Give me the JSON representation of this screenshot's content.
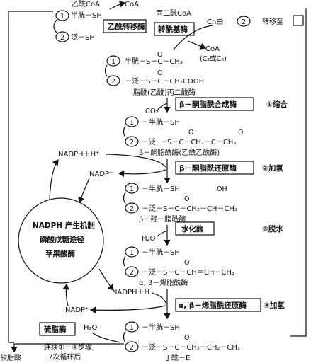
{
  "top": {
    "acetyl_coa": "乙酰CoA",
    "coa_1": "CoA",
    "malonyl_coa": "丙二酰CoA",
    "cn_from": "Cn由",
    "transfer_to": "转移至",
    "acetyl_transferase": "乙酰转移酶",
    "malonyl_transferase": "转酰基酶",
    "coa_2": "CoA",
    "c2_or_cn": "(C₂或C₈)",
    "circle_1": "1",
    "circle_2": "2"
  },
  "arms": {
    "cys_sh": "半胱－SH",
    "pan_sh": "泛－SH",
    "cys_row": "半胱－S－C－CH₃",
    "pan_malonyl": "－泛－S－C－CH₂COOH",
    "acyl_malonyl": "脂酰(乙酰)丙二酰酶",
    "cys_sh2": "－半胱－SH",
    "acetoacetyl": "－S－C－CH₂－C－CH₃",
    "acetoacetyl_name": "β－酮脂酰酶(乙酰乙酰酶)",
    "cys_sh3": "－半胱－SH",
    "hydroxy_row": "－泛－S－C－CH₂－CH－CH₃",
    "oh": "OH",
    "hydroxy_name": "β－羟－脂酰酶",
    "cys_sh4": "－半胱－SH",
    "enoyl_row": "－泛－S－C－CH＝CH－CH₃",
    "enoyl_name": "α, β－烯脂酰酶",
    "cys_sh5": "－半胱－SH",
    "butyryl_row": "－泛－S－C－CH₂－CH₂－CH₃",
    "butyryl_name": "丁酰－E",
    "pan_prefix": "－泛",
    "o": "O"
  },
  "enzymes": {
    "ketoacyl_synthase": "β－酮脂酰合成酶",
    "ketoacyl_reductase": "β－酮脂酰还原酶",
    "hydratase": "水化酶",
    "enoyl_reductase": "α, β－烯脂酰还原酶",
    "thioesterase": "硫酯酶"
  },
  "steps": {
    "condense": "①缩合",
    "hydrogenate": "②加氢",
    "dehydrate": "③脱水",
    "hydrogenate2": "④加氢"
  },
  "small": {
    "co2": "CO₂",
    "h2o": "H₂O",
    "h2o_2": "H₂O",
    "nadph_h1": "NADPH＋H⁺",
    "nadp1": "NADP⁺",
    "nadph_h2": "NADPH＋H",
    "nadp2": "NADP⁺"
  },
  "circle": {
    "line1": "NADPH 产生机制",
    "line2": "磷酸戊糖途径",
    "line3": "苹果酸酶"
  },
  "bottom": {
    "continue": "连续①－④步骤",
    "cycles": "7次循环后",
    "fatty_acid": "软脂酸"
  }
}
